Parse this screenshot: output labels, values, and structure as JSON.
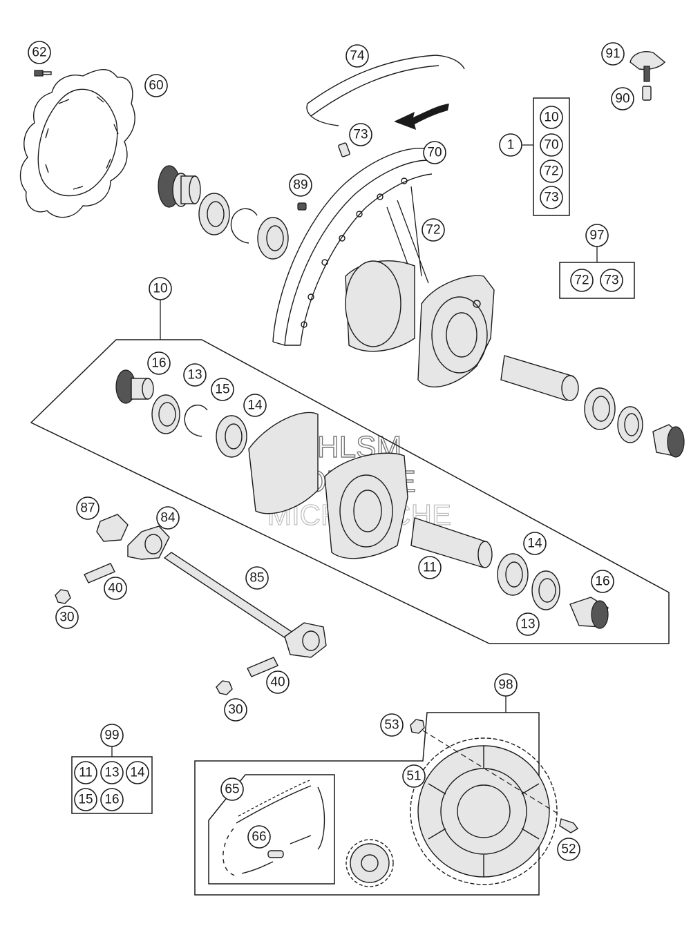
{
  "watermark": {
    "line1": "HLSM",
    "line2": "ONLINE",
    "line3": "MICROFICHE"
  },
  "callouts": {
    "c62": "62",
    "c60": "60",
    "c74": "74",
    "c91": "91",
    "c90": "90",
    "c73a": "73",
    "c70a": "70",
    "c89": "89",
    "c72a": "72",
    "c1": "1",
    "c10a": "10",
    "c70b": "70",
    "c72b": "72",
    "c73b": "73",
    "c97": "97",
    "c72c": "72",
    "c73c": "73",
    "c10b": "10",
    "c16a": "16",
    "c13a": "13",
    "c15": "15",
    "c14a": "14",
    "c87": "87",
    "c84": "84",
    "c40a": "40",
    "c30a": "30",
    "c85": "85",
    "c11": "11",
    "c14b": "14",
    "c16b": "16",
    "c13b": "13",
    "c40b": "40",
    "c30b": "30",
    "c98": "98",
    "c53": "53",
    "c51": "51",
    "c52": "52",
    "c99": "99",
    "c99_11": "11",
    "c99_13": "13",
    "c99_14": "14",
    "c99_15": "15",
    "c99_16": "16",
    "c65": "65",
    "c66": "66"
  }
}
